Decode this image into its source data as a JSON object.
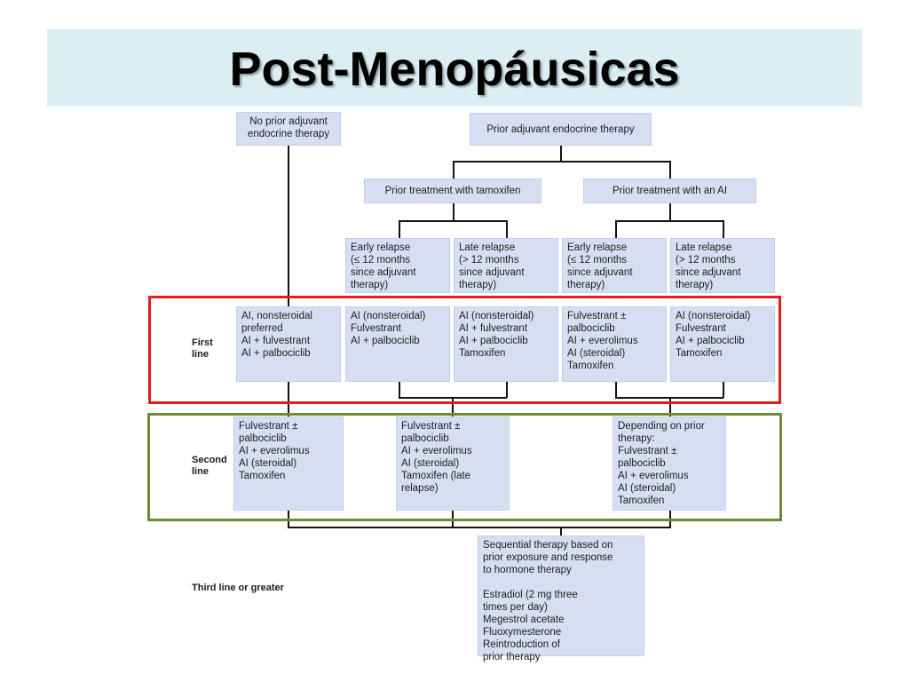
{
  "title": "Post-Menopáusicas",
  "frame_colors": {
    "first_line": "#e31b1b",
    "second_line": "#6d8a35"
  },
  "nodes": {
    "no_prior": "No prior adjuvant\nendocrine therapy",
    "prior_adjuvant": "Prior adjuvant endocrine therapy",
    "prior_tamoxifen": "Prior treatment with tamoxifen",
    "prior_ai": "Prior treatment with an AI",
    "early_relapse_tam": "Early relapse\n(≤ 12 months\nsince adjuvant\ntherapy)",
    "late_relapse_tam": "Late relapse\n(> 12 months\nsince adjuvant\ntherapy)",
    "early_relapse_ai": "Early relapse\n(≤ 12 months\nsince adjuvant\ntherapy)",
    "late_relapse_ai": "Late relapse\n(> 12 months\nsince adjuvant\ntherapy)",
    "first_no_prior": "AI, nonsteroidal\n  preferred\nAI + fulvestrant\nAI + palbociclib",
    "first_early_tam": "AI (nonsteroidal)\nFulvestrant\nAI + palbociclib",
    "first_late_tam": "AI (nonsteroidal)\nAI + fulvestrant\nAI + palbociclib\nTamoxifen",
    "first_early_ai": "Fulvestrant ±\n  palbociclib\nAI + everolimus\nAI (steroidal)\nTamoxifen",
    "first_late_ai": "AI (nonsteroidal)\nFulvestrant\nAI + palbociclib\nTamoxifen",
    "second_no_prior": "Fulvestrant ±\n  palbociclib\nAI + everolimus\nAI (steroidal)\nTamoxifen",
    "second_tam": "Fulvestrant ±\n  palbociclib\nAI + everolimus\nAI (steroidal)\nTamoxifen (late\n  relapse)",
    "second_ai": "Depending on prior\ntherapy:\n  Fulvestrant ±\n  palbociclib\n  AI + everolimus\n  AI (steroidal)\n  Tamoxifen",
    "third_line": "Sequential therapy based on\nprior exposure and response\nto hormone therapy\n\nEstradiol (2 mg three\n  times per day)\nMegestrol acetate\nFluoxymesterone\nReintroduction of\n  prior therapy"
  },
  "row_labels": {
    "first": "First\nline",
    "second": "Second\nline",
    "third": "Third line or greater"
  }
}
